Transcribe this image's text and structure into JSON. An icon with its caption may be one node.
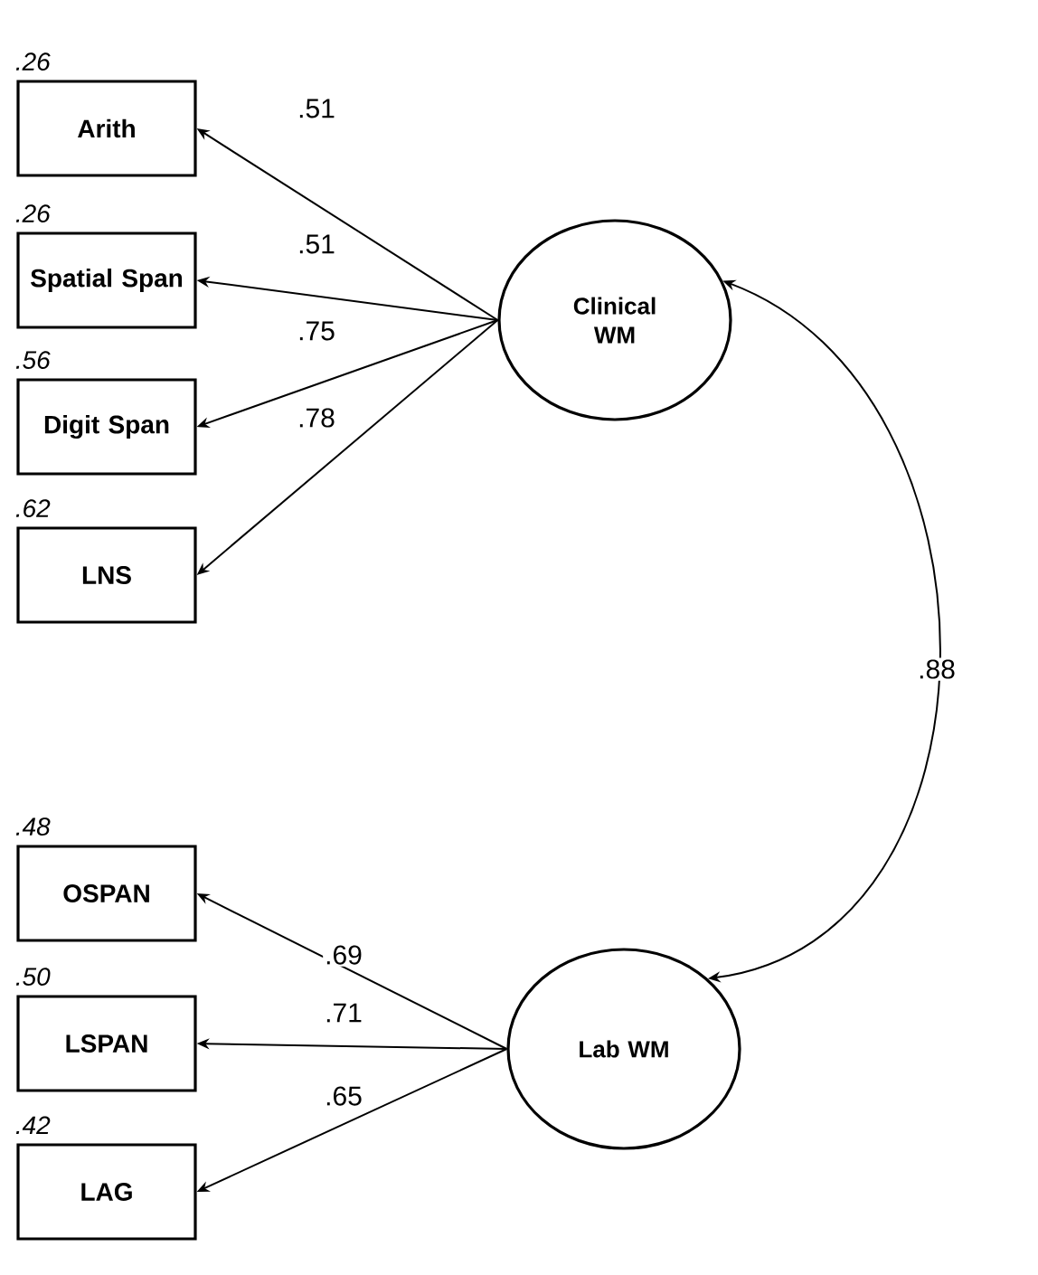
{
  "diagram": {
    "nodes": [
      {
        "text": [
          "Arith"
        ],
        "beside": [
          ".26"
        ]
      },
      {
        "text": [
          "Spatial Span"
        ],
        "beside": [
          ".26"
        ]
      },
      {
        "text": [
          "Digit Span"
        ],
        "beside": [
          ".56"
        ]
      },
      {
        "text": [
          "LNS"
        ],
        "beside": [
          ".62"
        ]
      },
      {
        "text": [
          "Clinical WM"
        ]
      },
      {
        "text": [
          "OSPAN"
        ],
        "beside": [
          ".48"
        ]
      },
      {
        "text": [
          "LSPAN"
        ],
        "beside": [
          ".50"
        ]
      },
      {
        "text": [
          "LAG"
        ],
        "beside": [
          ".42"
        ]
      },
      {
        "text": [
          "Lab WM"
        ]
      }
    ],
    "edges": [
      {
        "from": 4,
        "to": 0,
        "arrow": "to",
        "label": ".51"
      },
      {
        "from": 4,
        "to": 1,
        "arrow": "to",
        "label": ".51"
      },
      {
        "from": 4,
        "to": 2,
        "arrow": "to",
        "label": ".75"
      },
      {
        "from": 4,
        "to": 3,
        "arrow": "to",
        "label": ".78"
      },
      {
        "from": 8,
        "to": 5,
        "arrow": "to",
        "label": ".69"
      },
      {
        "from": 8,
        "to": 6,
        "arrow": "to",
        "label": ".71"
      },
      {
        "from": 8,
        "to": 7,
        "arrow": "to",
        "label": ".65"
      },
      {
        "from": 4,
        "to": 8,
        "arrow": "both",
        "label": ".88"
      }
    ]
  }
}
